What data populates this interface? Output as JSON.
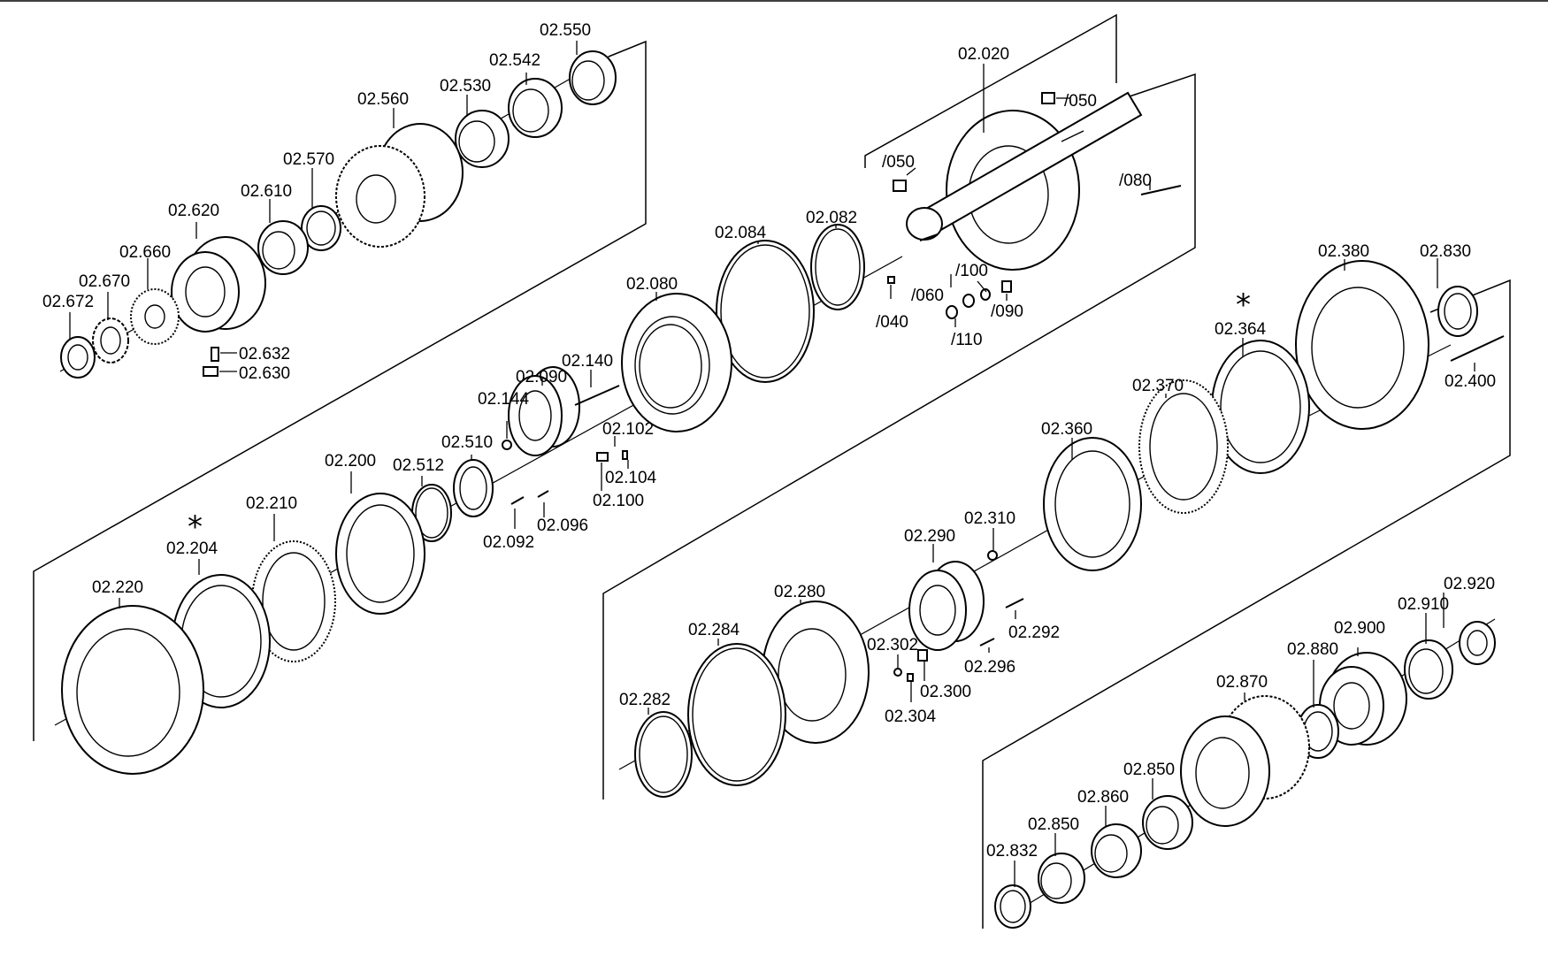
{
  "diagram": {
    "type": "exploded-assembly",
    "star_symbol": "*",
    "labels": {
      "p02_550": "02.550",
      "p02_542": "02.542",
      "p02_530": "02.530",
      "p02_560": "02.560",
      "p02_570": "02.570",
      "p02_610": "02.610",
      "p02_620": "02.620",
      "p02_660": "02.660",
      "p02_670": "02.670",
      "p02_672": "02.672",
      "p02_632": "02.632",
      "p02_630": "02.630",
      "p02_020": "02.020",
      "s050a": "/050",
      "s050b": "/050",
      "s080": "/080",
      "p02_082": "02.082",
      "p02_084": "02.084",
      "s100": "/100",
      "s060": "/060",
      "s040": "/040",
      "s090": "/090",
      "s110": "/110",
      "p02_080": "02.080",
      "p02_090": "02.090",
      "p02_140": "02.140",
      "p02_144": "02.144",
      "p02_102": "02.102",
      "p02_104": "02.104",
      "p02_100": "02.100",
      "p02_096": "02.096",
      "p02_092": "02.092",
      "p02_510": "02.510",
      "p02_512": "02.512",
      "p02_200": "02.200",
      "p02_210": "02.210",
      "p02_204": "02.204",
      "p02_220": "02.220",
      "p02_380": "02.380",
      "p02_830": "02.830",
      "p02_364": "02.364",
      "p02_400": "02.400",
      "p02_370": "02.370",
      "p02_360": "02.360",
      "p02_310": "02.310",
      "p02_290": "02.290",
      "p02_292": "02.292",
      "p02_296": "02.296",
      "p02_302": "02.302",
      "p02_300": "02.300",
      "p02_304": "02.304",
      "p02_280": "02.280",
      "p02_284": "02.284",
      "p02_282": "02.282",
      "p02_920": "02.920",
      "p02_910": "02.910",
      "p02_900": "02.900",
      "p02_880": "02.880",
      "p02_870": "02.870",
      "p02_850a": "02.850",
      "p02_860": "02.860",
      "p02_850b": "02.850",
      "p02_832": "02.832"
    }
  }
}
